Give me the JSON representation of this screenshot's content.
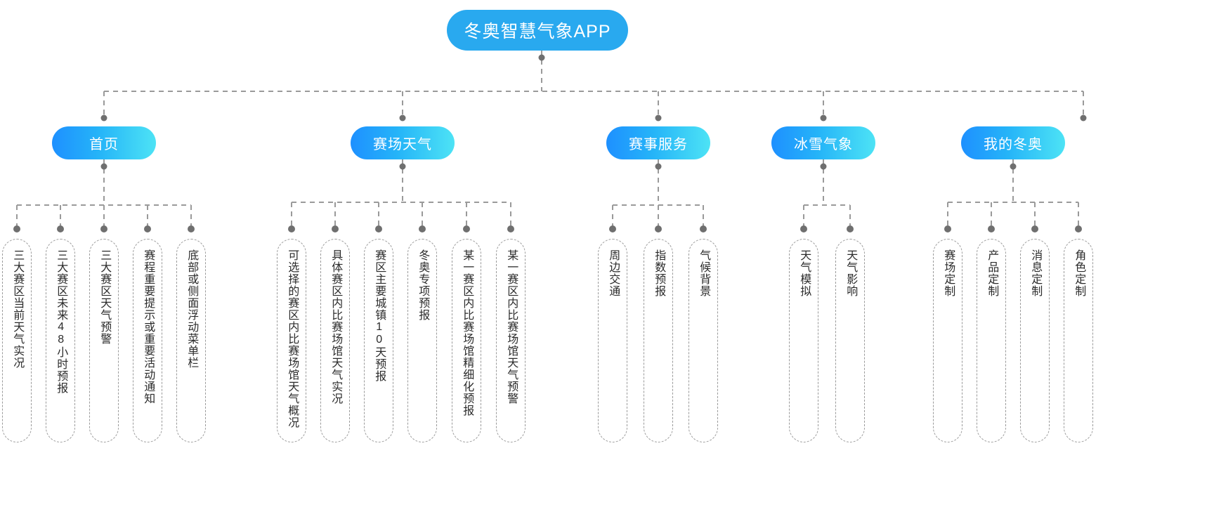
{
  "diagram": {
    "title": "冬奥智慧气象APP",
    "colors": {
      "root_fill": "#29a9ef",
      "branch_gradient_start": "#1e90ff",
      "branch_gradient_end": "#4de3f5",
      "connector": "#9a9a9a",
      "leaf_border": "#9a9a9a",
      "leaf_text": "#2b2b2b",
      "node_text": "#ffffff",
      "background": "#ffffff"
    },
    "branches": [
      {
        "label": "首页",
        "leaves": [
          "三大赛区当前天气实况",
          "三大赛区未来48小时预报",
          "三大赛区天气预警",
          "赛程重要提示或重要活动通知",
          "底部或侧面浮动菜单栏"
        ]
      },
      {
        "label": "赛场天气",
        "leaves": [
          "可选择的赛区内比赛场馆天气概况",
          "具体赛区内比赛场馆天气实况",
          "赛区主要城镇10天预报",
          "冬奥专项预报",
          "某一赛区内比赛场馆精细化预报",
          "某一赛区内比赛场馆天气预警"
        ]
      },
      {
        "label": "赛事服务",
        "leaves": [
          "周边交通",
          "指数预报",
          "气候背景"
        ]
      },
      {
        "label": "冰雪气象",
        "leaves": [
          "天气模拟",
          "天气影响"
        ]
      },
      {
        "label": "我的冬奥",
        "leaves": [
          "赛场定制",
          "产品定制",
          "消息定制",
          "角色定制"
        ]
      }
    ]
  }
}
